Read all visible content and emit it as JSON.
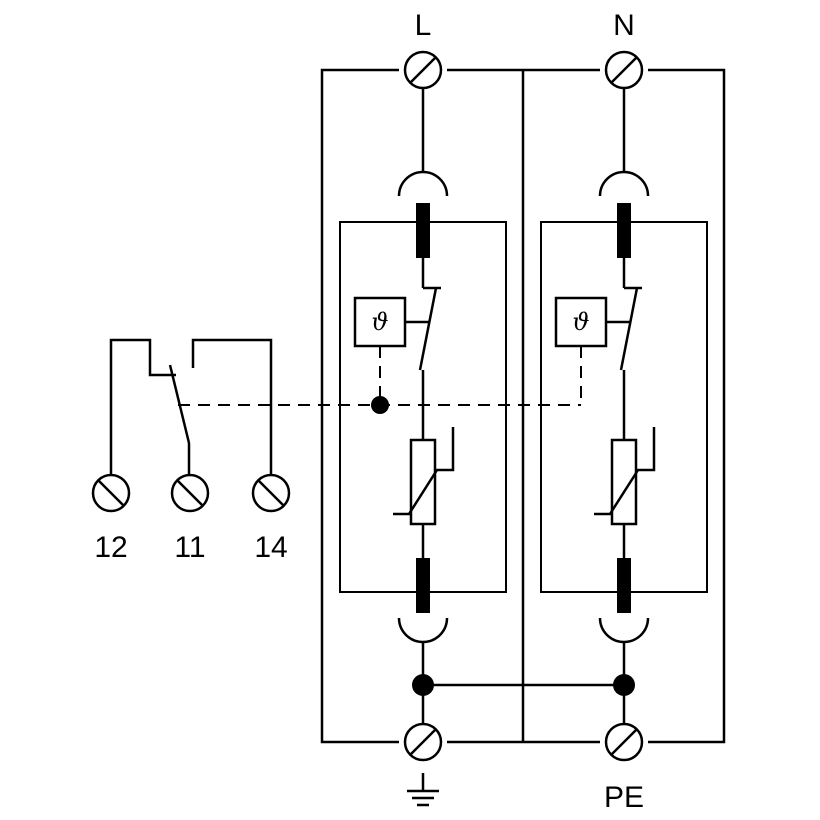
{
  "terminals": {
    "top_left": "L",
    "top_right": "N",
    "bottom_right": "PE",
    "contact_12": "12",
    "contact_11": "11",
    "contact_14": "14"
  },
  "thermal_symbol": "ϑ",
  "icons": {
    "screw_terminal": "circle-with-slash",
    "ground": "earth-ground-symbol"
  }
}
